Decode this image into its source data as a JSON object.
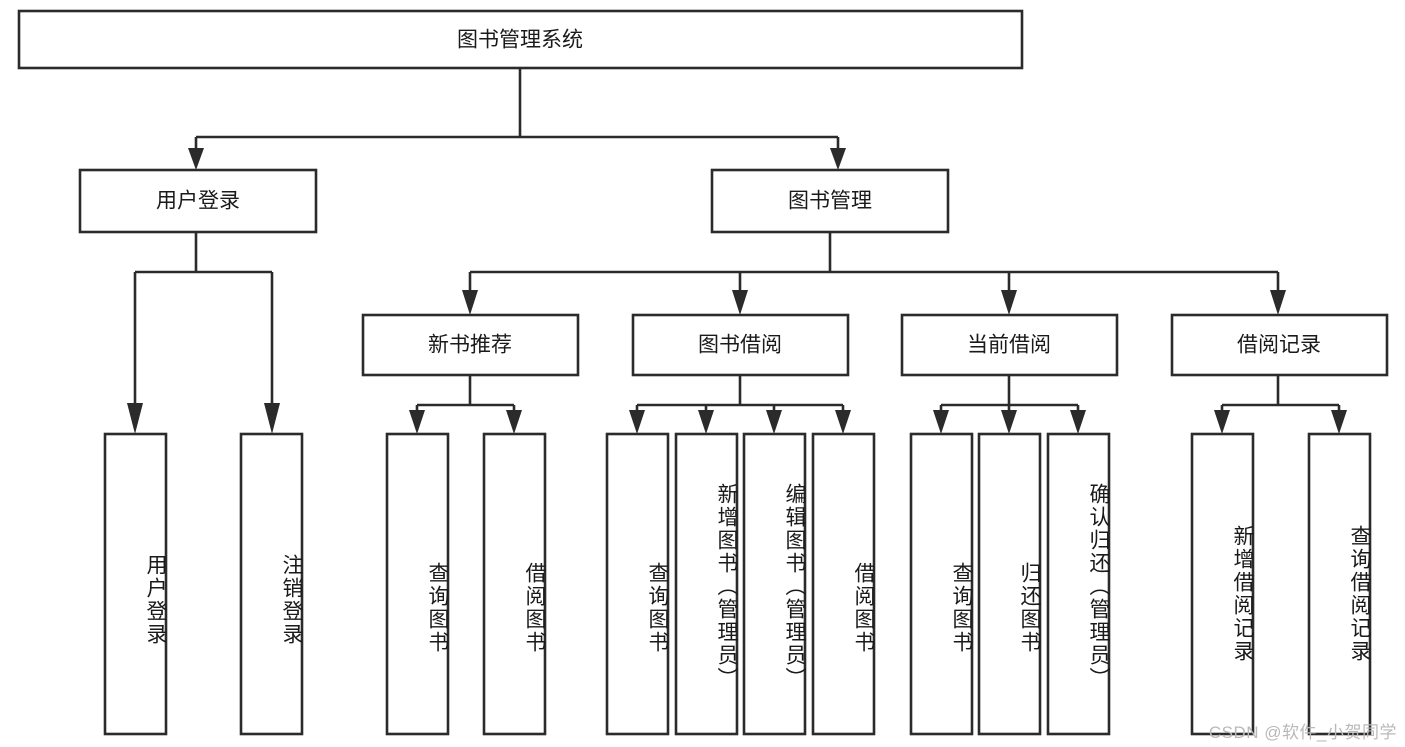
{
  "diagram": {
    "type": "hierarchy-tree",
    "title": "图书管理系统",
    "root": {
      "id": "root",
      "label": "图书管理系统",
      "orientation": "horizontal"
    },
    "level2": [
      {
        "id": "user-login",
        "label": "用户登录",
        "orientation": "horizontal"
      },
      {
        "id": "book-manage",
        "label": "图书管理",
        "orientation": "horizontal"
      }
    ],
    "level3": [
      {
        "id": "new-book-rec",
        "label": "新书推荐",
        "orientation": "horizontal",
        "parent": "book-manage"
      },
      {
        "id": "book-borrow",
        "label": "图书借阅",
        "orientation": "horizontal",
        "parent": "book-manage"
      },
      {
        "id": "current-borrow",
        "label": "当前借阅",
        "orientation": "horizontal",
        "parent": "book-manage"
      },
      {
        "id": "borrow-record",
        "label": "借阅记录",
        "orientation": "horizontal",
        "parent": "book-manage"
      }
    ],
    "leaves": [
      {
        "id": "leaf-user-login",
        "label": "用户登录",
        "orientation": "vertical",
        "parent": "user-login"
      },
      {
        "id": "leaf-user-logout",
        "label": "注销登录",
        "orientation": "vertical",
        "parent": "user-login"
      },
      {
        "id": "leaf-query-book-rec",
        "label": "查询图书",
        "orientation": "vertical",
        "parent": "new-book-rec"
      },
      {
        "id": "leaf-borrow-book-rec",
        "label": "借阅图书",
        "orientation": "vertical",
        "parent": "new-book-rec"
      },
      {
        "id": "leaf-query-book-borrow",
        "label": "查询图书",
        "orientation": "vertical",
        "parent": "book-borrow"
      },
      {
        "id": "leaf-add-book",
        "label": "新增图书（管理员）",
        "orientation": "vertical",
        "parent": "book-borrow"
      },
      {
        "id": "leaf-edit-book",
        "label": "编辑图书（管理员）",
        "orientation": "vertical",
        "parent": "book-borrow"
      },
      {
        "id": "leaf-borrow-book",
        "label": "借阅图书",
        "orientation": "vertical",
        "parent": "book-borrow"
      },
      {
        "id": "leaf-query-book-current",
        "label": "查询图书",
        "orientation": "vertical",
        "parent": "current-borrow"
      },
      {
        "id": "leaf-return-book",
        "label": "归还图书",
        "orientation": "vertical",
        "parent": "current-borrow"
      },
      {
        "id": "leaf-confirm-return",
        "label": "确认归还（管理员）",
        "orientation": "vertical",
        "parent": "current-borrow"
      },
      {
        "id": "leaf-add-record",
        "label": "新增借阅记录",
        "orientation": "vertical",
        "parent": "borrow-record"
      },
      {
        "id": "leaf-query-record",
        "label": "查询借阅记录",
        "orientation": "vertical",
        "parent": "borrow-record"
      }
    ]
  },
  "watermark": {
    "text": "CSDN @软件_小贺同学"
  },
  "colors": {
    "stroke": "#2b2b2b",
    "box_fill": "#ffffff",
    "text": "#1a1a1a",
    "watermark": "#b9b9b9",
    "background": "#ffffff"
  }
}
